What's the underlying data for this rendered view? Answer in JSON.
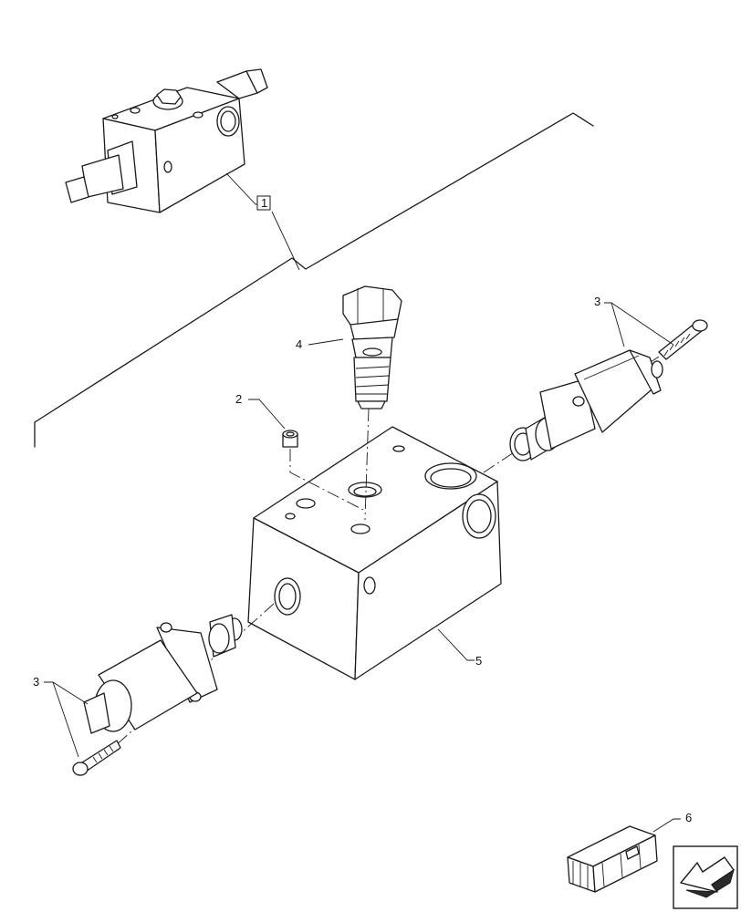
{
  "callouts": {
    "c1": "1",
    "c2": "2",
    "c3a": "3",
    "c3b": "3",
    "c4": "4",
    "c5": "5",
    "c6": "6"
  },
  "icons": {
    "kit": "kit-box-icon",
    "nav": "navigation-arrow-icon"
  }
}
